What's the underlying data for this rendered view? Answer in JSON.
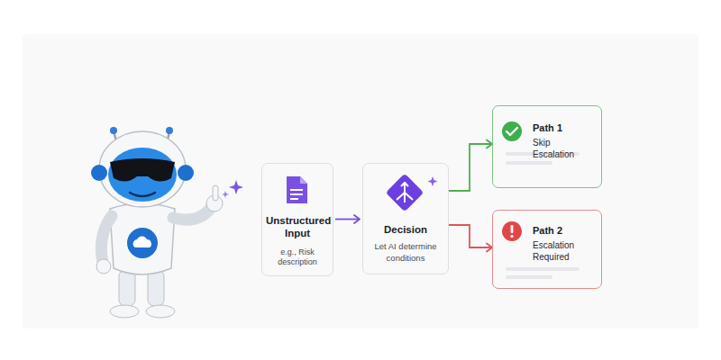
{
  "diagram": {
    "nodes": [
      {
        "text": [
          "Unstructured Input",
          "e.g., Risk description"
        ]
      },
      {
        "text": [
          "Decision",
          "Let AI determine conditions"
        ]
      },
      {
        "text": [
          "Path 1",
          "Skip Escalation"
        ]
      },
      {
        "text": [
          "Path 2",
          "Escalation Required"
        ]
      }
    ],
    "edges": [
      {
        "from": 0,
        "to": 1,
        "arrow": "to"
      },
      {
        "from": 1,
        "to": 2,
        "arrow": "to"
      },
      {
        "from": 1,
        "to": 3,
        "arrow": "to"
      }
    ]
  }
}
